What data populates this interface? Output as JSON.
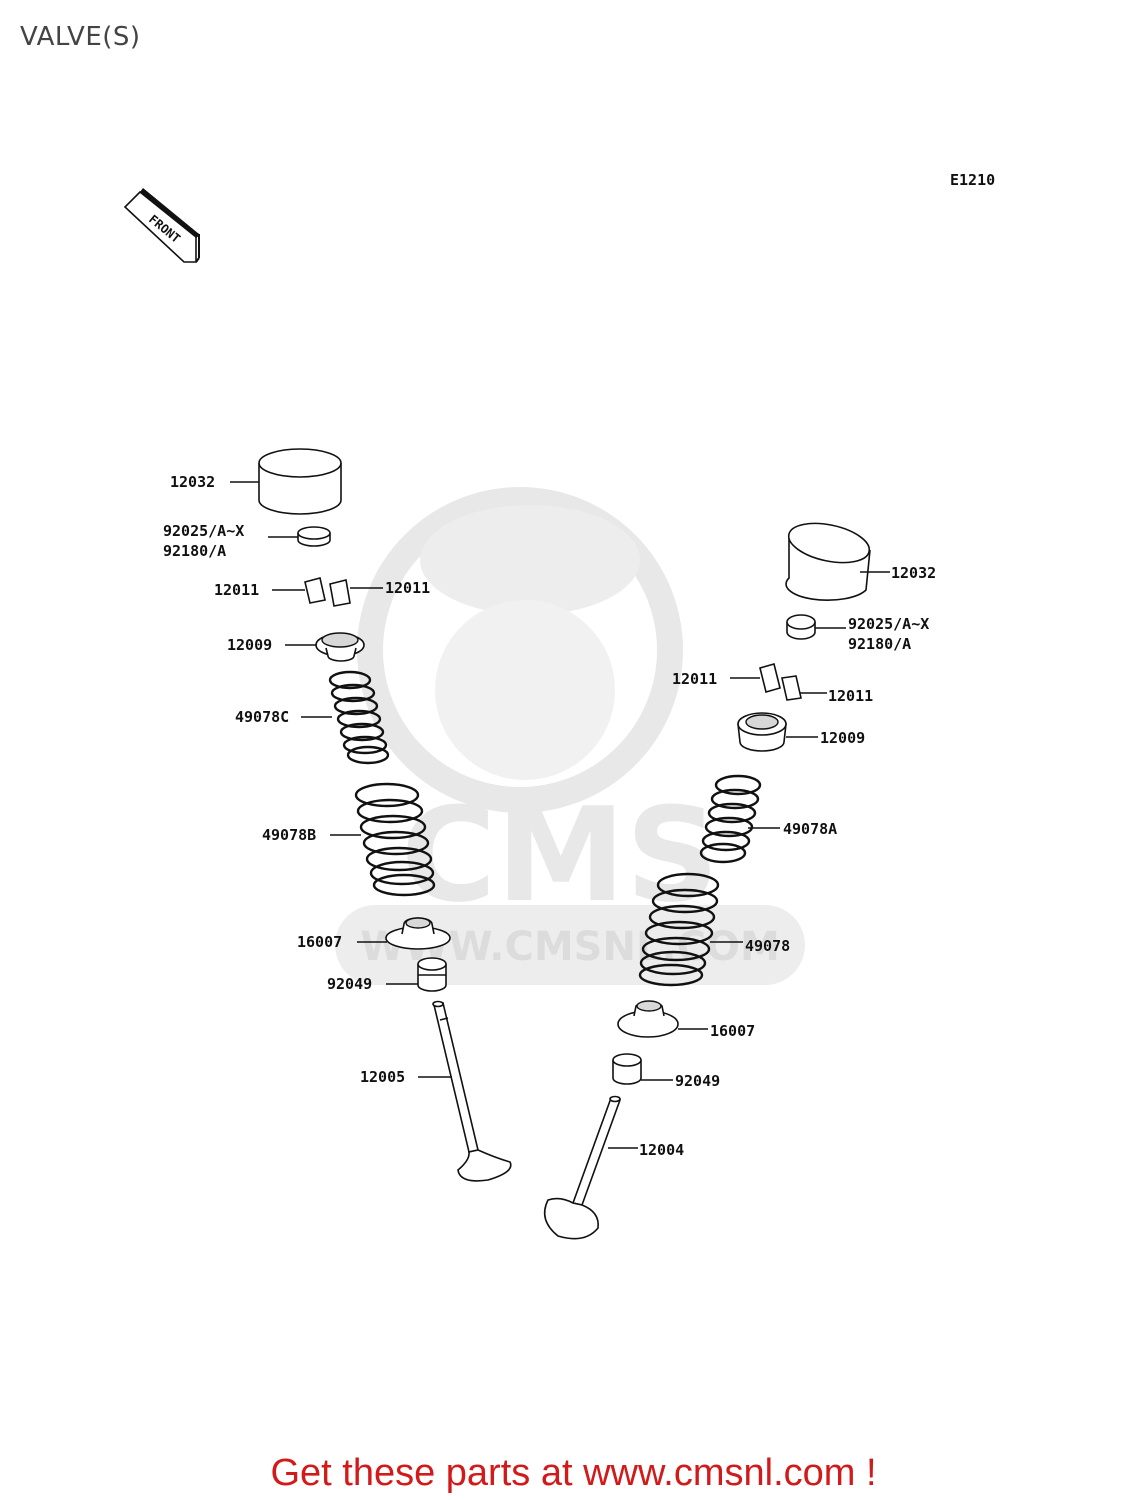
{
  "header": {
    "title": "VALVE(S)"
  },
  "diagram": {
    "ref_code": "E1210",
    "front_label": "FRONT",
    "watermark_text": "CMS",
    "watermark_url": "WWW.CMSNL.COM",
    "labels": {
      "l_12032": "12032",
      "l_92025": "92025/A~X",
      "l_92180": "92180/A",
      "l_12011a": "12011",
      "l_12011b": "12011",
      "l_12009": "12009",
      "l_49078c": "49078C",
      "l_49078b": "49078B",
      "l_16007": "16007",
      "l_92049": "92049",
      "l_12005": "12005",
      "r_12032": "12032",
      "r_92025": "92025/A~X",
      "r_92180": "92180/A",
      "r_12011a": "12011",
      "r_12011b": "12011",
      "r_12009": "12009",
      "r_49078a": "49078A",
      "r_49078": "49078",
      "r_16007": "16007",
      "r_92049": "92049",
      "r_12004": "12004"
    }
  },
  "footer": {
    "promo": "Get these parts at www.cmsnl.com !"
  },
  "colors": {
    "promo": "#d21a1a",
    "watermark": "#e6e6e6",
    "ink": "#111111"
  }
}
